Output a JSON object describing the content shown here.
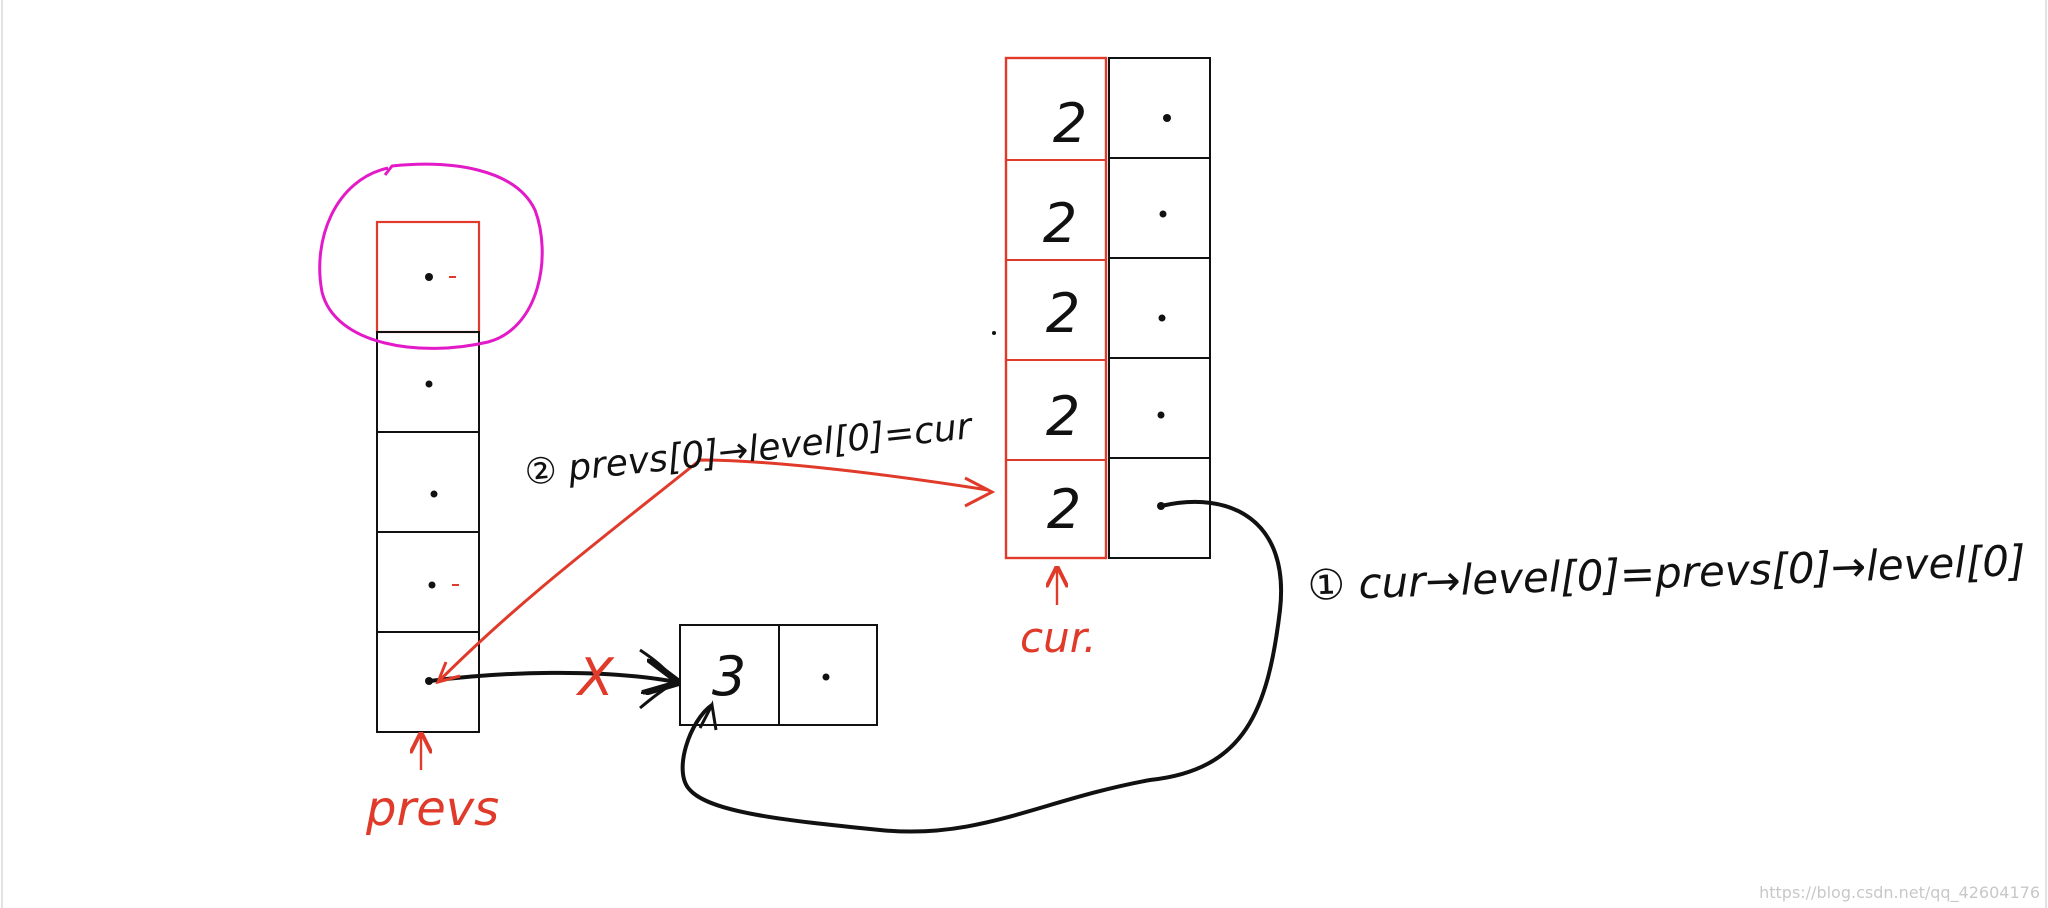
{
  "colors": {
    "red": "#e03a2a",
    "black": "#111111",
    "magenta": "#e21ac8",
    "watermark": "#c8c8c8"
  },
  "cur_node": {
    "values": [
      "2",
      "2",
      "2",
      "2",
      "2"
    ]
  },
  "new_node": {
    "value": "3"
  },
  "labels": {
    "prevs": "prevs",
    "cur": "cur.",
    "step_one": "① cur→level[0]=prevs[0]→level[0]",
    "step_two": "② prevs[0]→level[0]=cur",
    "cross_mark": "X"
  },
  "watermark": "https://blog.csdn.net/qq_42604176"
}
